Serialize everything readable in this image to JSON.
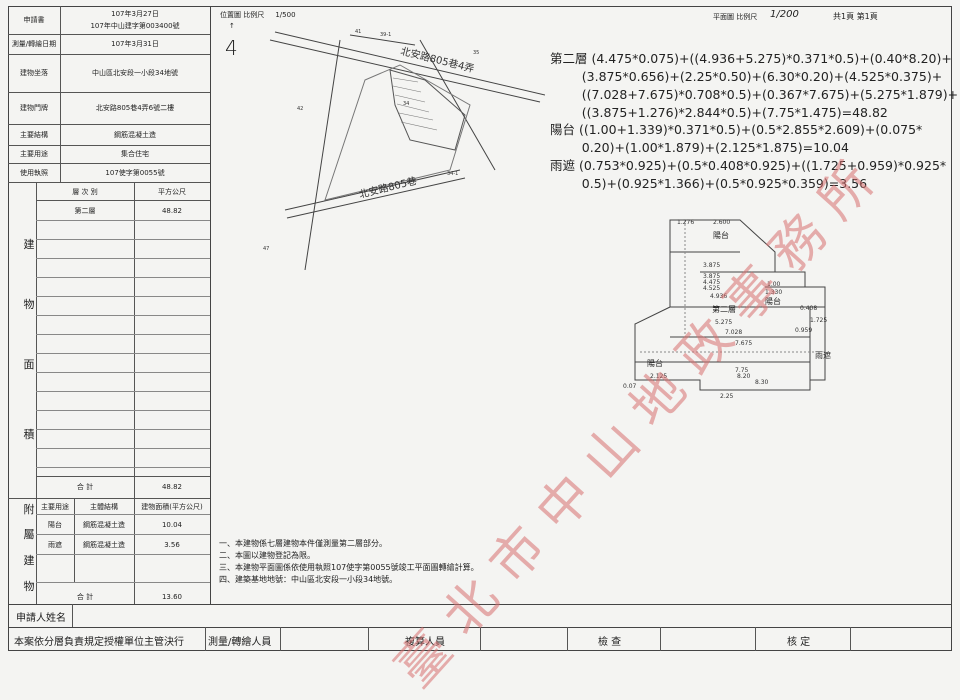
{
  "left_table": {
    "rows": [
      {
        "label": "申請書",
        "value_line1": "107年3月27日",
        "value_line2": "107年中山建字第003400號"
      },
      {
        "label": "測量/轉繪日期",
        "value": "107年3月31日"
      },
      {
        "label": "建物坐落",
        "value": "中山區北安段一小段34地號"
      },
      {
        "label": "建物門牌",
        "value": "北安路805巷4弄6號二樓"
      },
      {
        "label": "主要結構",
        "value": "鋼筋混凝土造"
      },
      {
        "label": "主要用途",
        "value": "集合住宅"
      },
      {
        "label": "使用執照",
        "value": "107使字第0055號"
      }
    ],
    "area_header": {
      "kind": "層 次 別",
      "unit": "平方公尺"
    },
    "area_rows": [
      {
        "floor": "第二層",
        "area": "48.82"
      }
    ],
    "area_vertical_label": [
      "建",
      "物",
      "面",
      "積"
    ],
    "area_total_label": "合  計",
    "area_total": "48.82",
    "annex_vertical_label": [
      "附",
      "屬",
      "建",
      "物"
    ],
    "annex_header": {
      "use": "主要用途",
      "structure": "主體結構",
      "area": "建物面積(平方公尺)"
    },
    "annex_rows": [
      {
        "use": "陽台",
        "structure": "鋼筋混凝土造",
        "area": "10.04"
      },
      {
        "use": "雨遮",
        "structure": "鋼筋混凝土造",
        "area": "3.56"
      }
    ],
    "annex_total_label": "合  計",
    "annex_total": "13.60"
  },
  "location_map": {
    "header": "位置圖 比例尺     1/500",
    "page_number": "4",
    "road_labels": [
      "北安路805巷4弄",
      "北安路805巷"
    ],
    "parcel_labels": [
      "41",
      "39-1",
      "35",
      "42",
      "34",
      "34-1",
      "47"
    ]
  },
  "plan": {
    "header": "平面圖 比例尺",
    "scale": "1/200",
    "pages": "共1頁 第1頁",
    "room_labels": [
      "陽台",
      "第二層",
      "陽台",
      "雨遮",
      "陽台"
    ],
    "dims": [
      "1.276",
      "2.600",
      "3.875",
      "3.875",
      "4.475",
      "4.525",
      "4.936",
      "1.00",
      "1.330",
      "5.275",
      "7.028",
      "7.675",
      "0.408",
      "1.725",
      "0.959",
      "7.75",
      "8.20",
      "8.30",
      "2.125",
      "2.25",
      "0.07"
    ]
  },
  "formulas": [
    "第二層 (4.475*0.075)+((4.936+5.275)*0.371*0.5)+(0.40*8.20)+",
    "        (3.875*0.656)+(2.25*0.50)+(6.30*0.20)+(4.525*0.375)+",
    "        ((7.028+7.675)*0.708*0.5)+(0.367*7.675)+(5.275*1.879)+",
    "        ((3.875+1.276)*2.844*0.5)+(7.75*1.475)=48.82",
    "陽台 ((1.00+1.339)*0.371*0.5)+(0.5*2.855*2.609)+(0.075*",
    "        0.20)+(1.00*1.879)+(2.125*1.875)=10.04",
    "雨遮 (0.753*0.925)+(0.5*0.408*0.925)+((1.725+0.959)*0.925*",
    "        0.5)+(0.925*1.366)+(0.5*0.925*0.359)=3.56"
  ],
  "notes": [
    "一、本建物係七層建物本件僅測量第二層部分。",
    "二、本圖以建物登記為限。",
    "三、本建物平面圖係依使用執照107使字第0055號竣工平面圖轉繪計算。",
    "四、建築基地地號：中山區北安段一小段34地號。"
  ],
  "footer": {
    "applicant_label": "申請人姓名",
    "authority": "本案依分層負責規定授權單位主管決行",
    "surveyor": "測量/轉繪人員",
    "recheck": "複算人員",
    "inspect": "檢    查",
    "approve": "核    定"
  },
  "watermark": "臺北市中山地政事務所"
}
